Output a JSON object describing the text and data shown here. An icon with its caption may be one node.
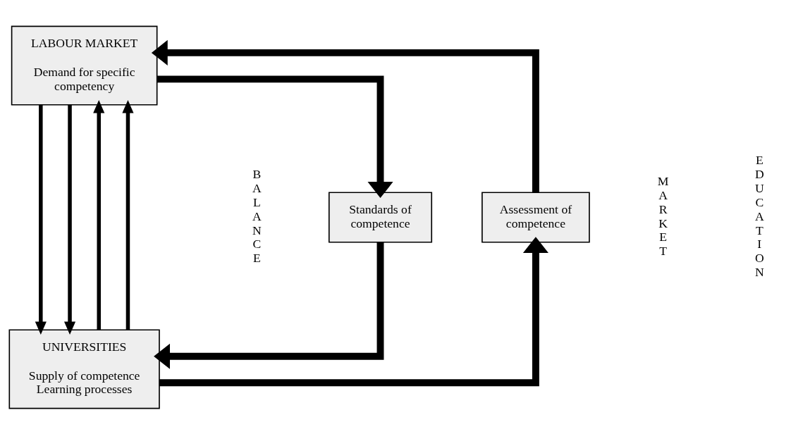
{
  "diagram": {
    "nodes": [
      {
        "text": [
          "LABOUR MARKET",
          "Demand for specific competency"
        ]
      },
      {
        "text": [
          "Standards of competence"
        ]
      },
      {
        "text": [
          "Assessment of competence"
        ]
      },
      {
        "text": [
          "UNIVERSITIES",
          "Supply of competence Learning processes"
        ]
      }
    ],
    "edges": [
      {
        "from": 0,
        "to": 1,
        "arrow": "to",
        "style": "thick"
      },
      {
        "from": 1,
        "to": 3,
        "arrow": "to",
        "style": "thick"
      },
      {
        "from": 3,
        "to": 2,
        "arrow": "to",
        "style": "thick"
      },
      {
        "from": 2,
        "to": 0,
        "arrow": "to",
        "style": "thick"
      },
      {
        "from": 3,
        "to": 0,
        "arrow": "to"
      },
      {
        "from": 0,
        "to": 3,
        "arrow": "to"
      },
      {
        "from": 3,
        "to": 0,
        "arrow": "to"
      },
      {
        "from": 0,
        "to": 3,
        "arrow": "to"
      }
    ],
    "labels": [
      "BALANCE",
      "MARKET",
      "EDUCATION"
    ]
  }
}
